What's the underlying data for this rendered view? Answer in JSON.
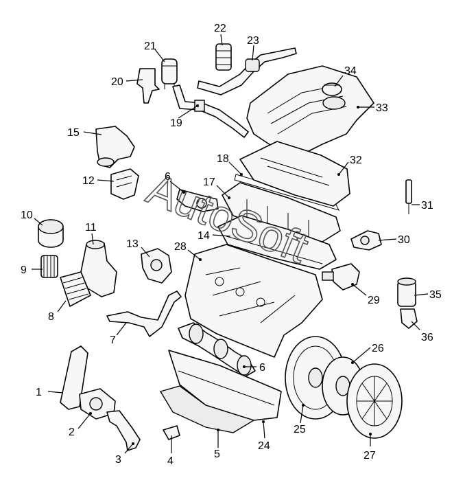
{
  "watermark": "AutoSoft",
  "callouts": [
    {
      "id": "1",
      "label": "1"
    },
    {
      "id": "2",
      "label": "2"
    },
    {
      "id": "3",
      "label": "3"
    },
    {
      "id": "4",
      "label": "4"
    },
    {
      "id": "5",
      "label": "5"
    },
    {
      "id": "6a",
      "label": "6"
    },
    {
      "id": "6b",
      "label": "6"
    },
    {
      "id": "7",
      "label": "7"
    },
    {
      "id": "8",
      "label": "8"
    },
    {
      "id": "9",
      "label": "9"
    },
    {
      "id": "10",
      "label": "10"
    },
    {
      "id": "11",
      "label": "11"
    },
    {
      "id": "12",
      "label": "12"
    },
    {
      "id": "13",
      "label": "13"
    },
    {
      "id": "14",
      "label": "14"
    },
    {
      "id": "15",
      "label": "15"
    },
    {
      "id": "17",
      "label": "17"
    },
    {
      "id": "18",
      "label": "18"
    },
    {
      "id": "19",
      "label": "19"
    },
    {
      "id": "20",
      "label": "20"
    },
    {
      "id": "21",
      "label": "21"
    },
    {
      "id": "22",
      "label": "22"
    },
    {
      "id": "23",
      "label": "23"
    },
    {
      "id": "24",
      "label": "24"
    },
    {
      "id": "25",
      "label": "25"
    },
    {
      "id": "26",
      "label": "26"
    },
    {
      "id": "27",
      "label": "27"
    },
    {
      "id": "28",
      "label": "28"
    },
    {
      "id": "29",
      "label": "29"
    },
    {
      "id": "30",
      "label": "30"
    },
    {
      "id": "31",
      "label": "31"
    },
    {
      "id": "32",
      "label": "32"
    },
    {
      "id": "33",
      "label": "33"
    },
    {
      "id": "34",
      "label": "34"
    },
    {
      "id": "35",
      "label": "35"
    },
    {
      "id": "36",
      "label": "36"
    }
  ]
}
